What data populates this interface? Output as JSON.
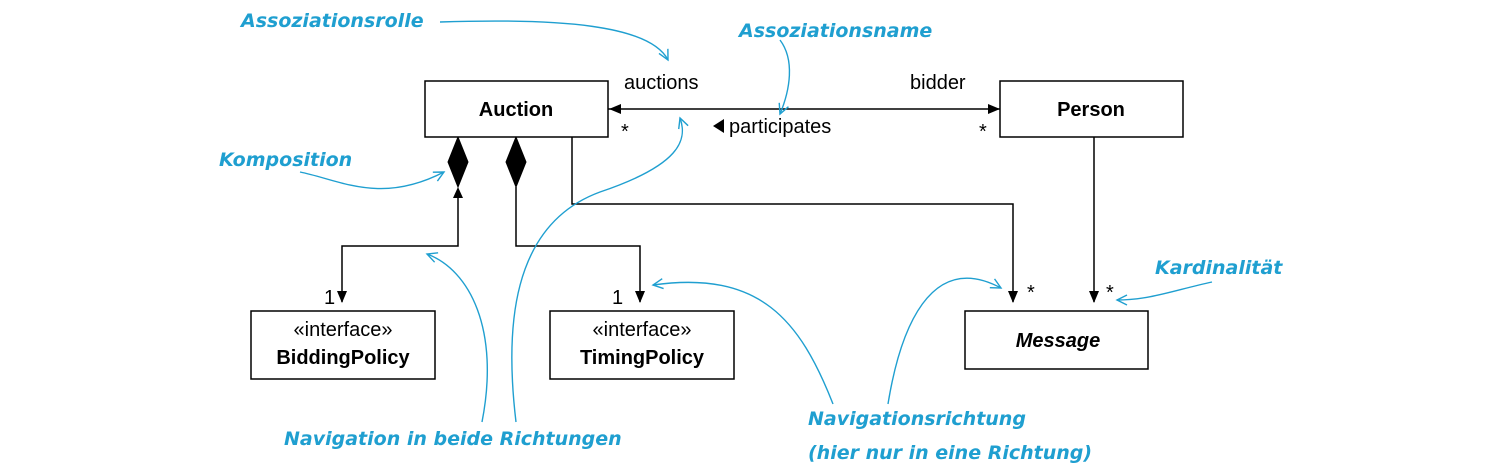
{
  "colors": {
    "annotation": "#1f9fd0",
    "line": "#000000",
    "box_fill": "#ffffff"
  },
  "classes": {
    "auction": "Auction",
    "person": "Person",
    "message": "Message",
    "bidding_policy": {
      "stereotype": "«interface»",
      "name": "BiddingPolicy"
    },
    "timing_policy": {
      "stereotype": "«interface»",
      "name": "TimingPolicy"
    }
  },
  "association": {
    "role_auctions": "auctions",
    "role_bidder": "bidder",
    "name": "participates",
    "name_direction_glyph": "left-triangle",
    "mult_auction_side": "*",
    "mult_person_side": "*"
  },
  "multiplicities": {
    "bidding": "1",
    "timing": "1",
    "message_from_auction": "*",
    "message_from_person": "*"
  },
  "annotations": {
    "assoc_role": "Assoziationsrolle",
    "assoc_name": "Assoziationsname",
    "composition": "Komposition",
    "cardinality": "Kardinalität",
    "nav_both": "Navigation in beide Richtungen",
    "nav_direction_line1": "Navigationsrichtung",
    "nav_direction_line2": "(hier nur in eine Richtung)"
  }
}
